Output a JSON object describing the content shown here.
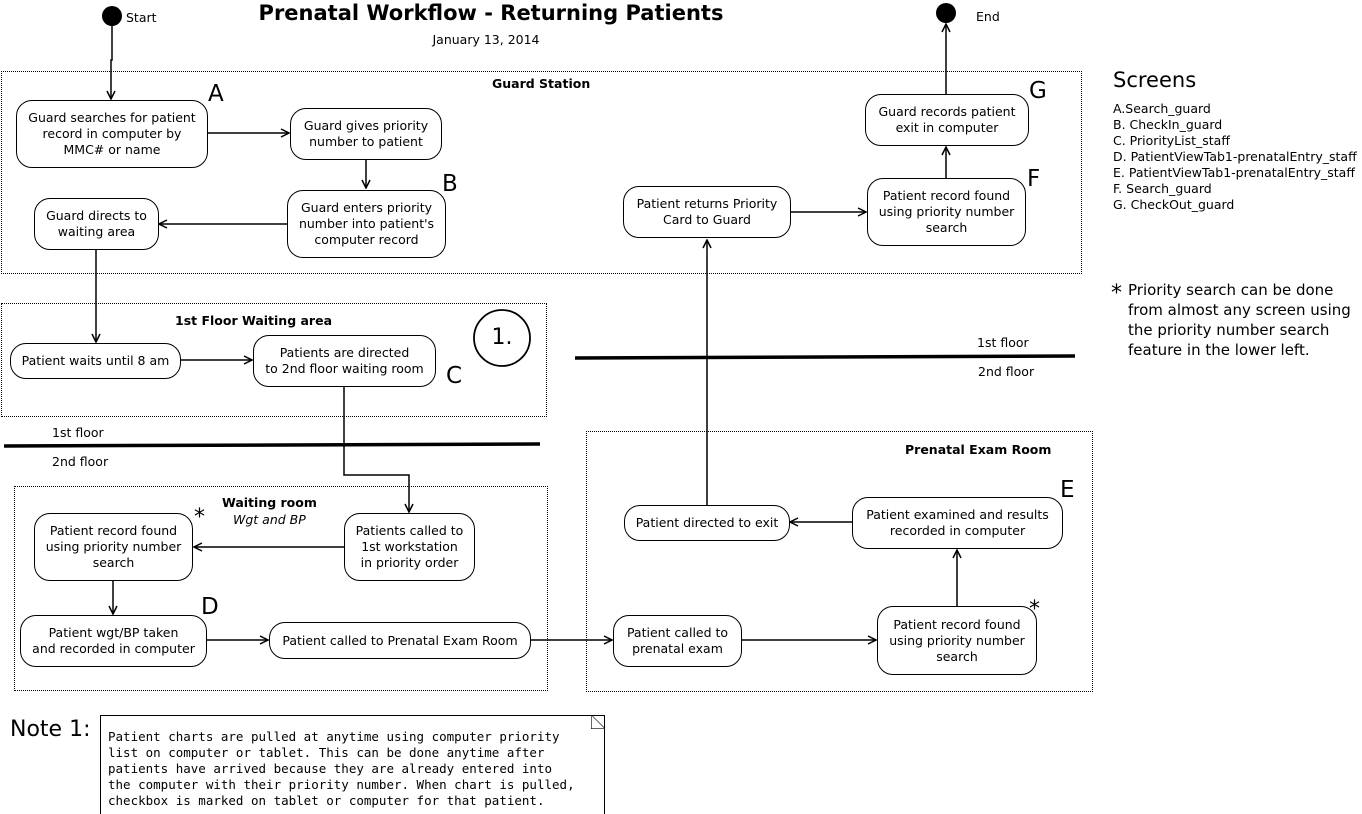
{
  "title": "Prenatal Workflow - Returning Patients",
  "date": "January 13, 2014",
  "start_label": "Start",
  "end_label": "End",
  "zones": {
    "guard_station": "Guard Station",
    "waiting_1st": "1st Floor Waiting area",
    "waiting_room": "Waiting room",
    "waiting_room_sub": "Wgt and BP",
    "exam_room": "Prenatal Exam Room"
  },
  "floors": {
    "left_upper": "1st floor",
    "left_lower": "2nd floor",
    "right_upper": "1st floor",
    "right_lower": "2nd floor"
  },
  "nodes": {
    "guard_search": "Guard searches for patient\nrecord in computer by\nMMC# or name",
    "guard_priority": "Guard gives priority\nnumber to patient",
    "guard_enters": "Guard enters priority\nnumber into patient's\ncomputer record",
    "guard_directs": "Guard directs to\nwaiting area",
    "patient_waits": "Patient waits until 8 am",
    "directed_2nd": "Patients are directed\nto 2nd floor waiting room",
    "called_workstation": "Patients called to\n1st workstation\nin priority order",
    "record_found_wr": "Patient record found\nusing priority number\nsearch",
    "wgt_bp": "Patient wgt/BP taken\nand recorded in computer",
    "called_exam_room": "Patient called to Prenatal Exam Room",
    "called_prenatal": "Patient called to\nprenatal exam",
    "record_found_exam": "Patient record found\nusing priority number\nsearch",
    "examined": "Patient examined and results\nrecorded in computer",
    "directed_exit": "Patient directed to exit",
    "returns_card": "Patient returns Priority\nCard to Guard",
    "record_found_guard": "Patient record found\nusing priority number\nsearch",
    "records_exit": "Guard records patient\nexit in computer"
  },
  "letters": {
    "a": "A",
    "b": "B",
    "c": "C",
    "d": "D",
    "e": "E",
    "f": "F",
    "g": "G"
  },
  "circle_label": "1.",
  "star": "*",
  "screens": {
    "heading": "Screens",
    "items": [
      "A.Search_guard",
      "B. CheckIn_guard",
      "C. PriorityList_staff",
      "D. PatientViewTab1-prenatalEntry_staff",
      "E. PatientViewTab1-prenatalEntry_staff",
      "F. Search_guard",
      "G. CheckOut_guard"
    ]
  },
  "priority_note": "Priority search can be done\nfrom almost any screen using\nthe priority number search\nfeature in the lower left.",
  "note": {
    "label": "Note 1:",
    "text": "Patient charts are pulled at anytime using computer priority\nlist on computer or tablet. This can be done anytime after\npatients have arrived because they are already entered into\nthe computer with their priority number. When chart is pulled,\ncheckbox is marked on tablet or computer for that patient."
  }
}
